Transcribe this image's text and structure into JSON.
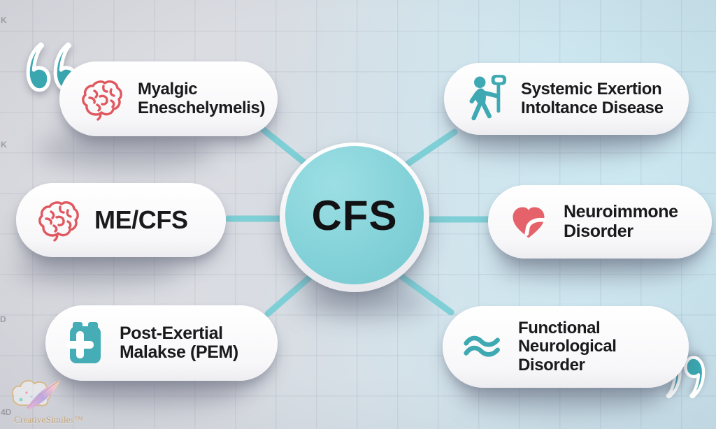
{
  "title": "CFS synonyms mind-map diagram",
  "center": {
    "label": "CFS"
  },
  "nodes": [
    {
      "id": "myalgic-encephalomyelitis",
      "icon": "brain-icon",
      "lines": [
        "Myalgic",
        "Eneschelymelis)"
      ]
    },
    {
      "id": "me-cfs",
      "icon": "brain-icon",
      "lines": [
        "ME/CFS"
      ]
    },
    {
      "id": "post-exertional-malaise",
      "icon": "battery-plus-icon",
      "lines": [
        "Post-Exertial",
        "Malakse (PEM)"
      ]
    },
    {
      "id": "systemic-exertion-intolerance",
      "icon": "person-with-sign-icon",
      "lines": [
        "Systemic Exertion",
        "Intoltance Disease"
      ]
    },
    {
      "id": "neuroimmune-disorder",
      "icon": "heart-icon",
      "lines": [
        "Neuroimmone",
        "Disorder"
      ]
    },
    {
      "id": "functional-neurological-disorder",
      "icon": "waves-icon",
      "lines": [
        "Functional",
        "Neurological",
        "Disorder"
      ]
    }
  ],
  "quotes": {
    "open": "“",
    "close": "”"
  },
  "watermark": {
    "brand": "CreativeSimiles™",
    "logo": "cloud-feather-logo"
  },
  "background_marks": {
    "m1": "K",
    "m2": "K",
    "m3": "D",
    "m4": "4D"
  },
  "colors": {
    "accent_teal": "#46abb4",
    "connector_teal": "#7fcfd6",
    "circle_fill": "#84d2d9",
    "icon_red": "#e5626a",
    "text": "#1a1a1c",
    "pill_bg": "#ffffff",
    "quote_teal": "#3aa7b0",
    "watermark_gold": "#c19b66"
  }
}
